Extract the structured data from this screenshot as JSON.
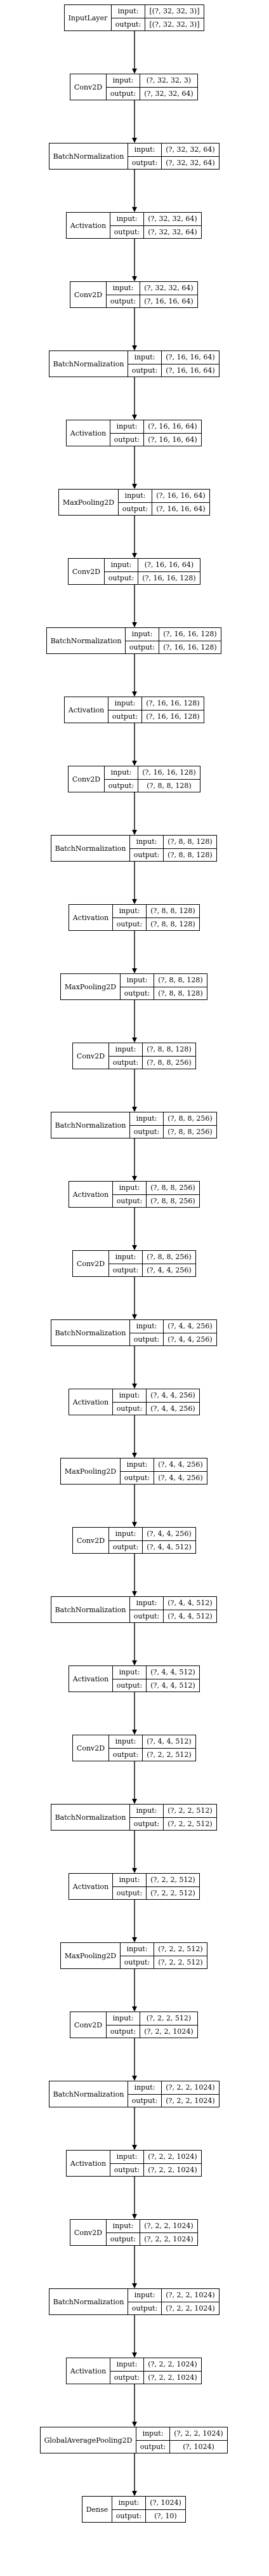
{
  "layers": [
    {
      "name": "InputLayer",
      "input_label": "input:",
      "output_label": "output:",
      "input_shape": "[(?, 32, 32, 3)]",
      "output_shape": "[(?, 32, 32, 3)]"
    },
    {
      "name": "Conv2D",
      "input_label": "input:",
      "output_label": "output:",
      "input_shape": "(?, 32, 32, 3)",
      "output_shape": "(?, 32, 32, 64)"
    },
    {
      "name": "BatchNormalization",
      "input_label": "input:",
      "output_label": "output:",
      "input_shape": "(?, 32, 32, 64)",
      "output_shape": "(?, 32, 32, 64)"
    },
    {
      "name": "Activation",
      "input_label": "input:",
      "output_label": "output:",
      "input_shape": "(?, 32, 32, 64)",
      "output_shape": "(?, 32, 32, 64)"
    },
    {
      "name": "Conv2D",
      "input_label": "input:",
      "output_label": "output:",
      "input_shape": "(?, 32, 32, 64)",
      "output_shape": "(?, 16, 16, 64)"
    },
    {
      "name": "BatchNormalization",
      "input_label": "input:",
      "output_label": "output:",
      "input_shape": "(?, 16, 16, 64)",
      "output_shape": "(?, 16, 16, 64)"
    },
    {
      "name": "Activation",
      "input_label": "input:",
      "output_label": "output:",
      "input_shape": "(?, 16, 16, 64)",
      "output_shape": "(?, 16, 16, 64)"
    },
    {
      "name": "MaxPooling2D",
      "input_label": "input:",
      "output_label": "output:",
      "input_shape": "(?, 16, 16, 64)",
      "output_shape": "(?, 16, 16, 64)"
    },
    {
      "name": "Conv2D",
      "input_label": "input:",
      "output_label": "output:",
      "input_shape": "(?, 16, 16, 64)",
      "output_shape": "(?, 16, 16, 128)"
    },
    {
      "name": "BatchNormalization",
      "input_label": "input:",
      "output_label": "output:",
      "input_shape": "(?, 16, 16, 128)",
      "output_shape": "(?, 16, 16, 128)"
    },
    {
      "name": "Activation",
      "input_label": "input:",
      "output_label": "output:",
      "input_shape": "(?, 16, 16, 128)",
      "output_shape": "(?, 16, 16, 128)"
    },
    {
      "name": "Conv2D",
      "input_label": "input:",
      "output_label": "output:",
      "input_shape": "(?, 16, 16, 128)",
      "output_shape": "(?, 8, 8, 128)"
    },
    {
      "name": "BatchNormalization",
      "input_label": "input:",
      "output_label": "output:",
      "input_shape": "(?, 8, 8, 128)",
      "output_shape": "(?, 8, 8, 128)"
    },
    {
      "name": "Activation",
      "input_label": "input:",
      "output_label": "output:",
      "input_shape": "(?, 8, 8, 128)",
      "output_shape": "(?, 8, 8, 128)"
    },
    {
      "name": "MaxPooling2D",
      "input_label": "input:",
      "output_label": "output:",
      "input_shape": "(?, 8, 8, 128)",
      "output_shape": "(?, 8, 8, 128)"
    },
    {
      "name": "Conv2D",
      "input_label": "input:",
      "output_label": "output:",
      "input_shape": "(?, 8, 8, 128)",
      "output_shape": "(?, 8, 8, 256)"
    },
    {
      "name": "BatchNormalization",
      "input_label": "input:",
      "output_label": "output:",
      "input_shape": "(?, 8, 8, 256)",
      "output_shape": "(?, 8, 8, 256)"
    },
    {
      "name": "Activation",
      "input_label": "input:",
      "output_label": "output:",
      "input_shape": "(?, 8, 8, 256)",
      "output_shape": "(?, 8, 8, 256)"
    },
    {
      "name": "Conv2D",
      "input_label": "input:",
      "output_label": "output:",
      "input_shape": "(?, 8, 8, 256)",
      "output_shape": "(?, 4, 4, 256)"
    },
    {
      "name": "BatchNormalization",
      "input_label": "input:",
      "output_label": "output:",
      "input_shape": "(?, 4, 4, 256)",
      "output_shape": "(?, 4, 4, 256)"
    },
    {
      "name": "Activation",
      "input_label": "input:",
      "output_label": "output:",
      "input_shape": "(?, 4, 4, 256)",
      "output_shape": "(?, 4, 4, 256)"
    },
    {
      "name": "MaxPooling2D",
      "input_label": "input:",
      "output_label": "output:",
      "input_shape": "(?, 4, 4, 256)",
      "output_shape": "(?, 4, 4, 256)"
    },
    {
      "name": "Conv2D",
      "input_label": "input:",
      "output_label": "output:",
      "input_shape": "(?, 4, 4, 256)",
      "output_shape": "(?, 4, 4, 512)"
    },
    {
      "name": "BatchNormalization",
      "input_label": "input:",
      "output_label": "output:",
      "input_shape": "(?, 4, 4, 512)",
      "output_shape": "(?, 4, 4, 512)"
    },
    {
      "name": "Activation",
      "input_label": "input:",
      "output_label": "output:",
      "input_shape": "(?, 4, 4, 512)",
      "output_shape": "(?, 4, 4, 512)"
    },
    {
      "name": "Conv2D",
      "input_label": "input:",
      "output_label": "output:",
      "input_shape": "(?, 4, 4, 512)",
      "output_shape": "(?, 2, 2, 512)"
    },
    {
      "name": "BatchNormalization",
      "input_label": "input:",
      "output_label": "output:",
      "input_shape": "(?, 2, 2, 512)",
      "output_shape": "(?, 2, 2, 512)"
    },
    {
      "name": "Activation",
      "input_label": "input:",
      "output_label": "output:",
      "input_shape": "(?, 2, 2, 512)",
      "output_shape": "(?, 2, 2, 512)"
    },
    {
      "name": "MaxPooling2D",
      "input_label": "input:",
      "output_label": "output:",
      "input_shape": "(?, 2, 2, 512)",
      "output_shape": "(?, 2, 2, 512)"
    },
    {
      "name": "Conv2D",
      "input_label": "input:",
      "output_label": "output:",
      "input_shape": "(?, 2, 2, 512)",
      "output_shape": "(?, 2, 2, 1024)"
    },
    {
      "name": "BatchNormalization",
      "input_label": "input:",
      "output_label": "output:",
      "input_shape": "(?, 2, 2, 1024)",
      "output_shape": "(?, 2, 2, 1024)"
    },
    {
      "name": "Activation",
      "input_label": "input:",
      "output_label": "output:",
      "input_shape": "(?, 2, 2, 1024)",
      "output_shape": "(?, 2, 2, 1024)"
    },
    {
      "name": "Conv2D",
      "input_label": "input:",
      "output_label": "output:",
      "input_shape": "(?, 2, 2, 1024)",
      "output_shape": "(?, 2, 2, 1024)"
    },
    {
      "name": "BatchNormalization",
      "input_label": "input:",
      "output_label": "output:",
      "input_shape": "(?, 2, 2, 1024)",
      "output_shape": "(?, 2, 2, 1024)"
    },
    {
      "name": "Activation",
      "input_label": "input:",
      "output_label": "output:",
      "input_shape": "(?, 2, 2, 1024)",
      "output_shape": "(?, 2, 2, 1024)"
    },
    {
      "name": "GlobalAveragePooling2D",
      "input_label": "input:",
      "output_label": "output:",
      "input_shape": "(?, 2, 2, 1024)",
      "output_shape": "(?, 1024)"
    },
    {
      "name": "Dense",
      "input_label": "input:",
      "output_label": "output:",
      "input_shape": "(?, 1024)",
      "output_shape": "(?, 10)"
    }
  ]
}
